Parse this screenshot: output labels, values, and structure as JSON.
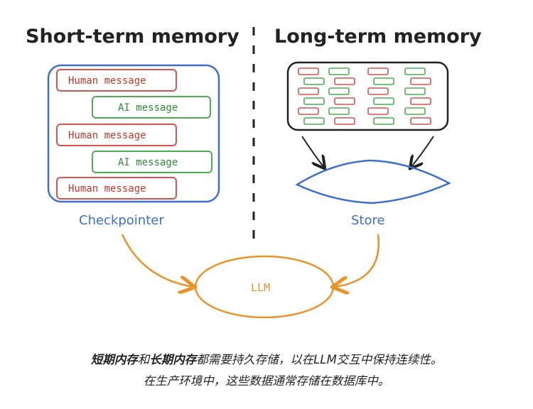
{
  "diagram": {
    "left_title": "Short-term memory",
    "right_title": "Long-term memory",
    "messages": [
      {
        "label": "Human message",
        "kind": "human"
      },
      {
        "label": "AI message",
        "kind": "ai"
      },
      {
        "label": "Human message",
        "kind": "human"
      },
      {
        "label": "AI message",
        "kind": "ai"
      },
      {
        "label": "Human message",
        "kind": "human"
      }
    ],
    "checkpointer_label": "Checkpointer",
    "store_label": "Store",
    "llm_label": "LLM",
    "colors": {
      "human": "#d9534f",
      "ai": "#4caf50",
      "blue": "#3d6fd1",
      "orange": "#e8942a",
      "dark": "#222222"
    }
  },
  "caption": {
    "line1_bold_a": "短期内存",
    "line1_mid": "和",
    "line1_bold_b": "长期内存",
    "line1_rest": "都需要持久存储，以在LLM交互中保持连续性。",
    "line2": "在生产环境中，这些数据通常存储在数据库中。"
  }
}
